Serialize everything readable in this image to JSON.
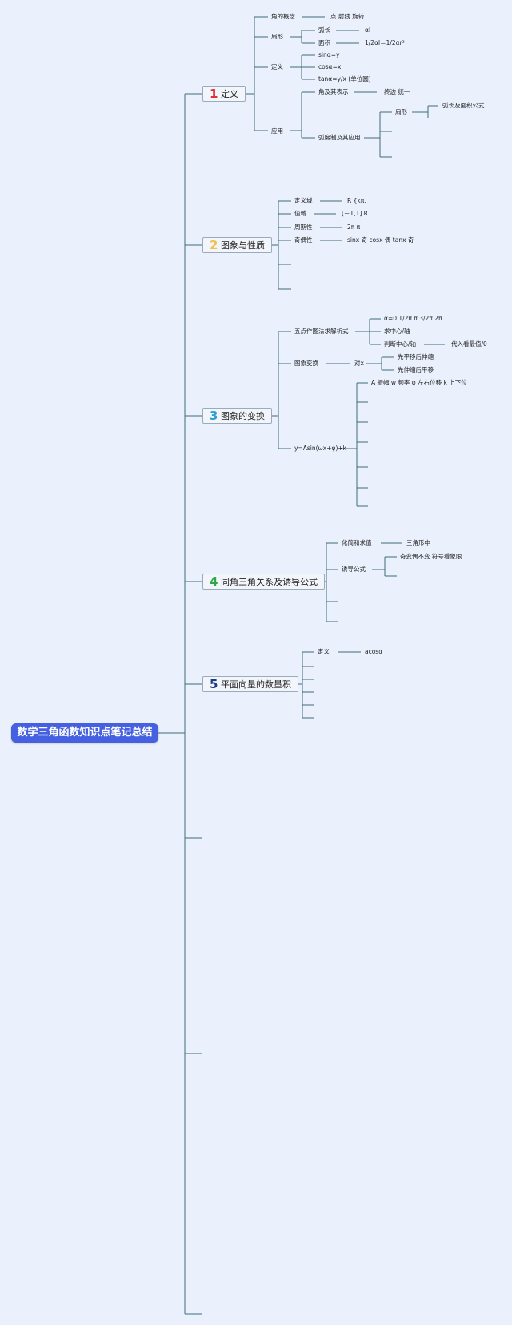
{
  "root": {
    "title": "数学三角函数知识点笔记总结"
  },
  "branches": [
    {
      "num": "1",
      "label": "定义",
      "color": "#e0312e",
      "children": {
        "c1": "角的概念",
        "c1v": "点 射线 旋转",
        "c2": "扇形",
        "c2a": "弧长",
        "c2av": "αl",
        "c2b": "面积",
        "c2bv": "1/2αl＝1/2αr²",
        "c3": "定义",
        "c3a": "sinα=y",
        "c3b": "cosα=x",
        "c3c": "tanα=y/x (单位圆)",
        "c4": "应用",
        "c4a": "角及其表示",
        "c4av": "终边 统一",
        "c4b": "弧度制及其应用",
        "c4b1": "扇形",
        "c4b1v": "弧长及面积公式"
      }
    },
    {
      "num": "2",
      "label": "图象与性质",
      "color": "#f2c14a",
      "children": {
        "c1": "定义域",
        "c1v": "R {kπ,",
        "c2": "值域",
        "c2v": "[－1,1] R",
        "c3": "周期性",
        "c3v": "2π π",
        "c4": "奇偶性",
        "c4v": "sinx 奇 cosx 偶 tanx 奇"
      }
    },
    {
      "num": "3",
      "label": "图象的变换",
      "color": "#2a9fd6",
      "children": {
        "c1": "五点作图法求解析式",
        "c1a": "α=0 1/2π π 3/2π 2π",
        "c1b": "求中心/轴",
        "c1c": "判断中心/轴",
        "c1cv": "代入看最值/0",
        "c2": "图象变换",
        "c2v": "对x",
        "c2a": "先平移后伸缩",
        "c2b": "先伸缩后平移",
        "c3": "y=Asin(ωx+φ)+k",
        "c3a": "A 振幅 w 频率 φ 左右位移 k 上下位"
      }
    },
    {
      "num": "4",
      "label": "同角三角关系及诱导公式",
      "color": "#2aa84a",
      "children": {
        "c1": "化简和求值",
        "c1v": "三角形中",
        "c2": "诱导公式",
        "c2a": "奇变偶不变 符号看象限"
      }
    },
    {
      "num": "5",
      "label": "平面向量的数量积",
      "color": "#1f3b8c",
      "children": {
        "c1": "定义",
        "c1v": "acosα"
      }
    }
  ],
  "colors": {
    "line": "#3f6b78",
    "background": "#eaf0fc",
    "root": "#4560e0"
  }
}
